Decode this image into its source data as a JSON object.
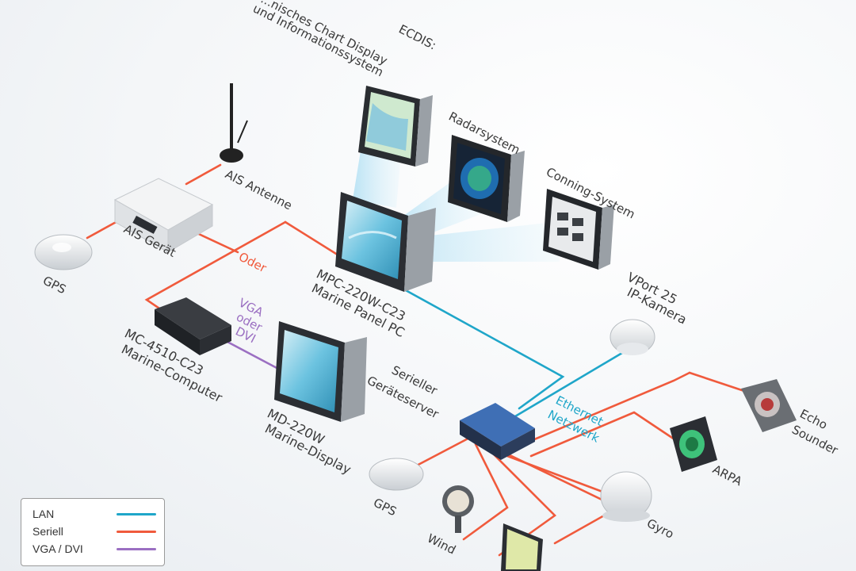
{
  "labels": {
    "ecdis_1": "ECDIS:",
    "ecdis_2": "...nisches Chart Display",
    "ecdis_3": "und Informationssystem",
    "radar": "Radarsystem",
    "conning": "Conning-System",
    "ais_antenne": "AIS Antenne",
    "ais_gerat": "AIS Gerät",
    "gps_left": "GPS",
    "oder": "Oder",
    "mpc_1": "MPC-220W-C23",
    "mpc_2": "Marine Panel PC",
    "vport_1": "VPort 25",
    "vport_2": "IP-Kamera",
    "vga_1": "VGA",
    "vga_2": "oder",
    "vga_3": "DVI",
    "mc_1": "MC-4510-C23",
    "mc_2": "Marine-Computer",
    "md_1": "MD-220W",
    "md_2": "Marine-Display",
    "seriell_1": "Serieller",
    "seriell_2": "Geräteserver",
    "eth_1": "Ethernet",
    "eth_2": "Netzwerk",
    "gps_bottom": "GPS",
    "wind": "Wind",
    "gyro": "Gyro",
    "arpa": "ARPA",
    "echo_1": "Echo",
    "echo_2": "Sounder"
  },
  "legend": [
    {
      "label": "LAN",
      "color": "#1fa6c9"
    },
    {
      "label": "Seriell",
      "color": "#f05a3c"
    },
    {
      "label": "VGA / DVI",
      "color": "#9b6fc2"
    }
  ],
  "colors": {
    "lan": "#1fa6c9",
    "serial": "#f05a3c",
    "vga": "#9b6fc2",
    "oder_text": "#f05a3c",
    "vga_text": "#9b6fc2",
    "eth_text": "#1fa6c9"
  }
}
